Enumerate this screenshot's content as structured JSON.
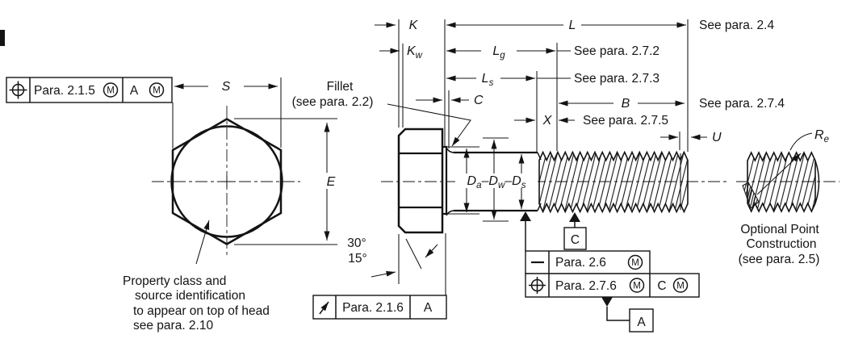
{
  "drawing": {
    "modifier": "M",
    "colors": {
      "ink": "#141414",
      "paper": "#ffffff"
    },
    "dims": {
      "S": "S",
      "E": "E",
      "K": "K",
      "Kw": {
        "main": "K",
        "sub": "w"
      },
      "L": "L",
      "Lg": {
        "main": "L",
        "sub": "g"
      },
      "Ls": {
        "main": "L",
        "sub": "s"
      },
      "C": "C",
      "B": "B",
      "X": "X",
      "U": "U",
      "Da": {
        "main": "D",
        "sub": "a"
      },
      "Dw": {
        "main": "D",
        "sub": "w"
      },
      "Ds": {
        "main": "D",
        "sub": "s"
      },
      "dash": "–",
      "angle_30": "30°",
      "angle_15": "15°",
      "Re": {
        "main": "R",
        "sub": "e"
      }
    },
    "notes": {
      "see_2_4": "See para. 2.4",
      "see_2_7_2": "See para. 2.7.2",
      "see_2_7_3": "See para. 2.7.3",
      "see_2_7_4": "See para. 2.7.4",
      "see_2_7_5": "See para. 2.7.5",
      "fillet_line1": "Fillet",
      "fillet_line2": "(see para. 2.2)",
      "optional_point_line1": "Optional Point",
      "optional_point_line2": "Construction",
      "optional_point_line3": "(see para. 2.5)",
      "property_line1": "Property class and",
      "property_line2": "source identification",
      "property_line3": "to appear on top of head",
      "property_line4": "see para. 2.10"
    },
    "frames": {
      "f1": {
        "symbol": "position",
        "tolerance": "Para. 2.1.5",
        "datum": "A"
      },
      "f2": {
        "symbol": "circular-runout",
        "tolerance": "Para. 2.1.6",
        "datum": "A"
      },
      "f3": {
        "symbol": "straightness",
        "tolerance": "Para. 2.6"
      },
      "f4": {
        "symbol": "position",
        "tolerance": "Para. 2.7.6",
        "datum": "C"
      }
    },
    "datums": {
      "C": "C",
      "A": "A"
    }
  }
}
